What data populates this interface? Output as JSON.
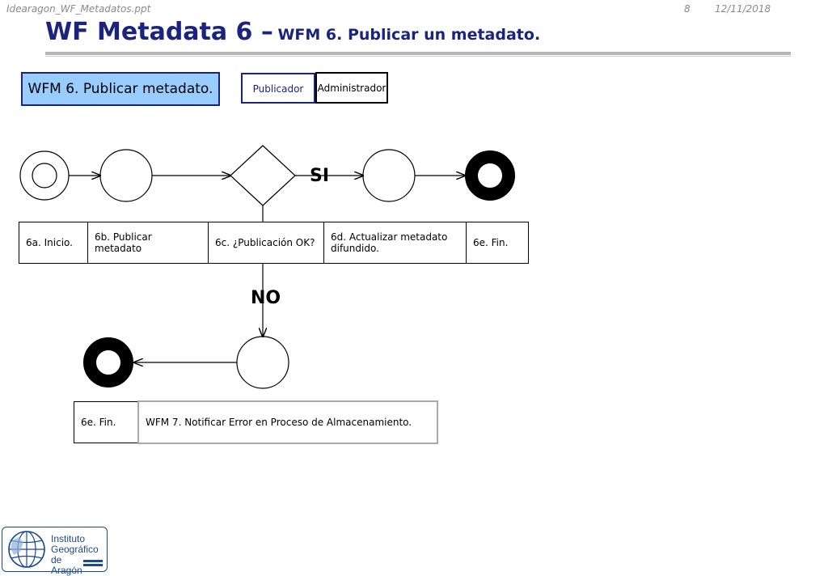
{
  "header": {
    "filename": "Idearagon_WF_Metadatos.ppt",
    "page_number": "8",
    "date": "12/11/2018"
  },
  "title": {
    "main": "WF Metadata 6 –",
    "sub": "WFM 6. Publicar un metadato."
  },
  "workflow_label": "WFM 6. Publicar metadato.",
  "roles": {
    "publisher": "Publicador",
    "admin": "Administrador"
  },
  "branches": {
    "yes": "SI",
    "no": "NO"
  },
  "steps": [
    "6a. Inicio.",
    "6b. Publicar metadato",
    "6c. ¿Publicación OK?",
    "6d. Actualizar  metadato difundido.",
    "6e. Fin."
  ],
  "error_path": {
    "end_label": "6e. Fin.",
    "notify_label": "WFM 7. Notificar Error en Proceso de Almacenamiento."
  },
  "logo": {
    "text": "Instituto\nGeográfico de\nAragón"
  },
  "colors": {
    "title": "#1a237e",
    "label_fill": "#99ccff",
    "logo": "#1a4a8a"
  }
}
